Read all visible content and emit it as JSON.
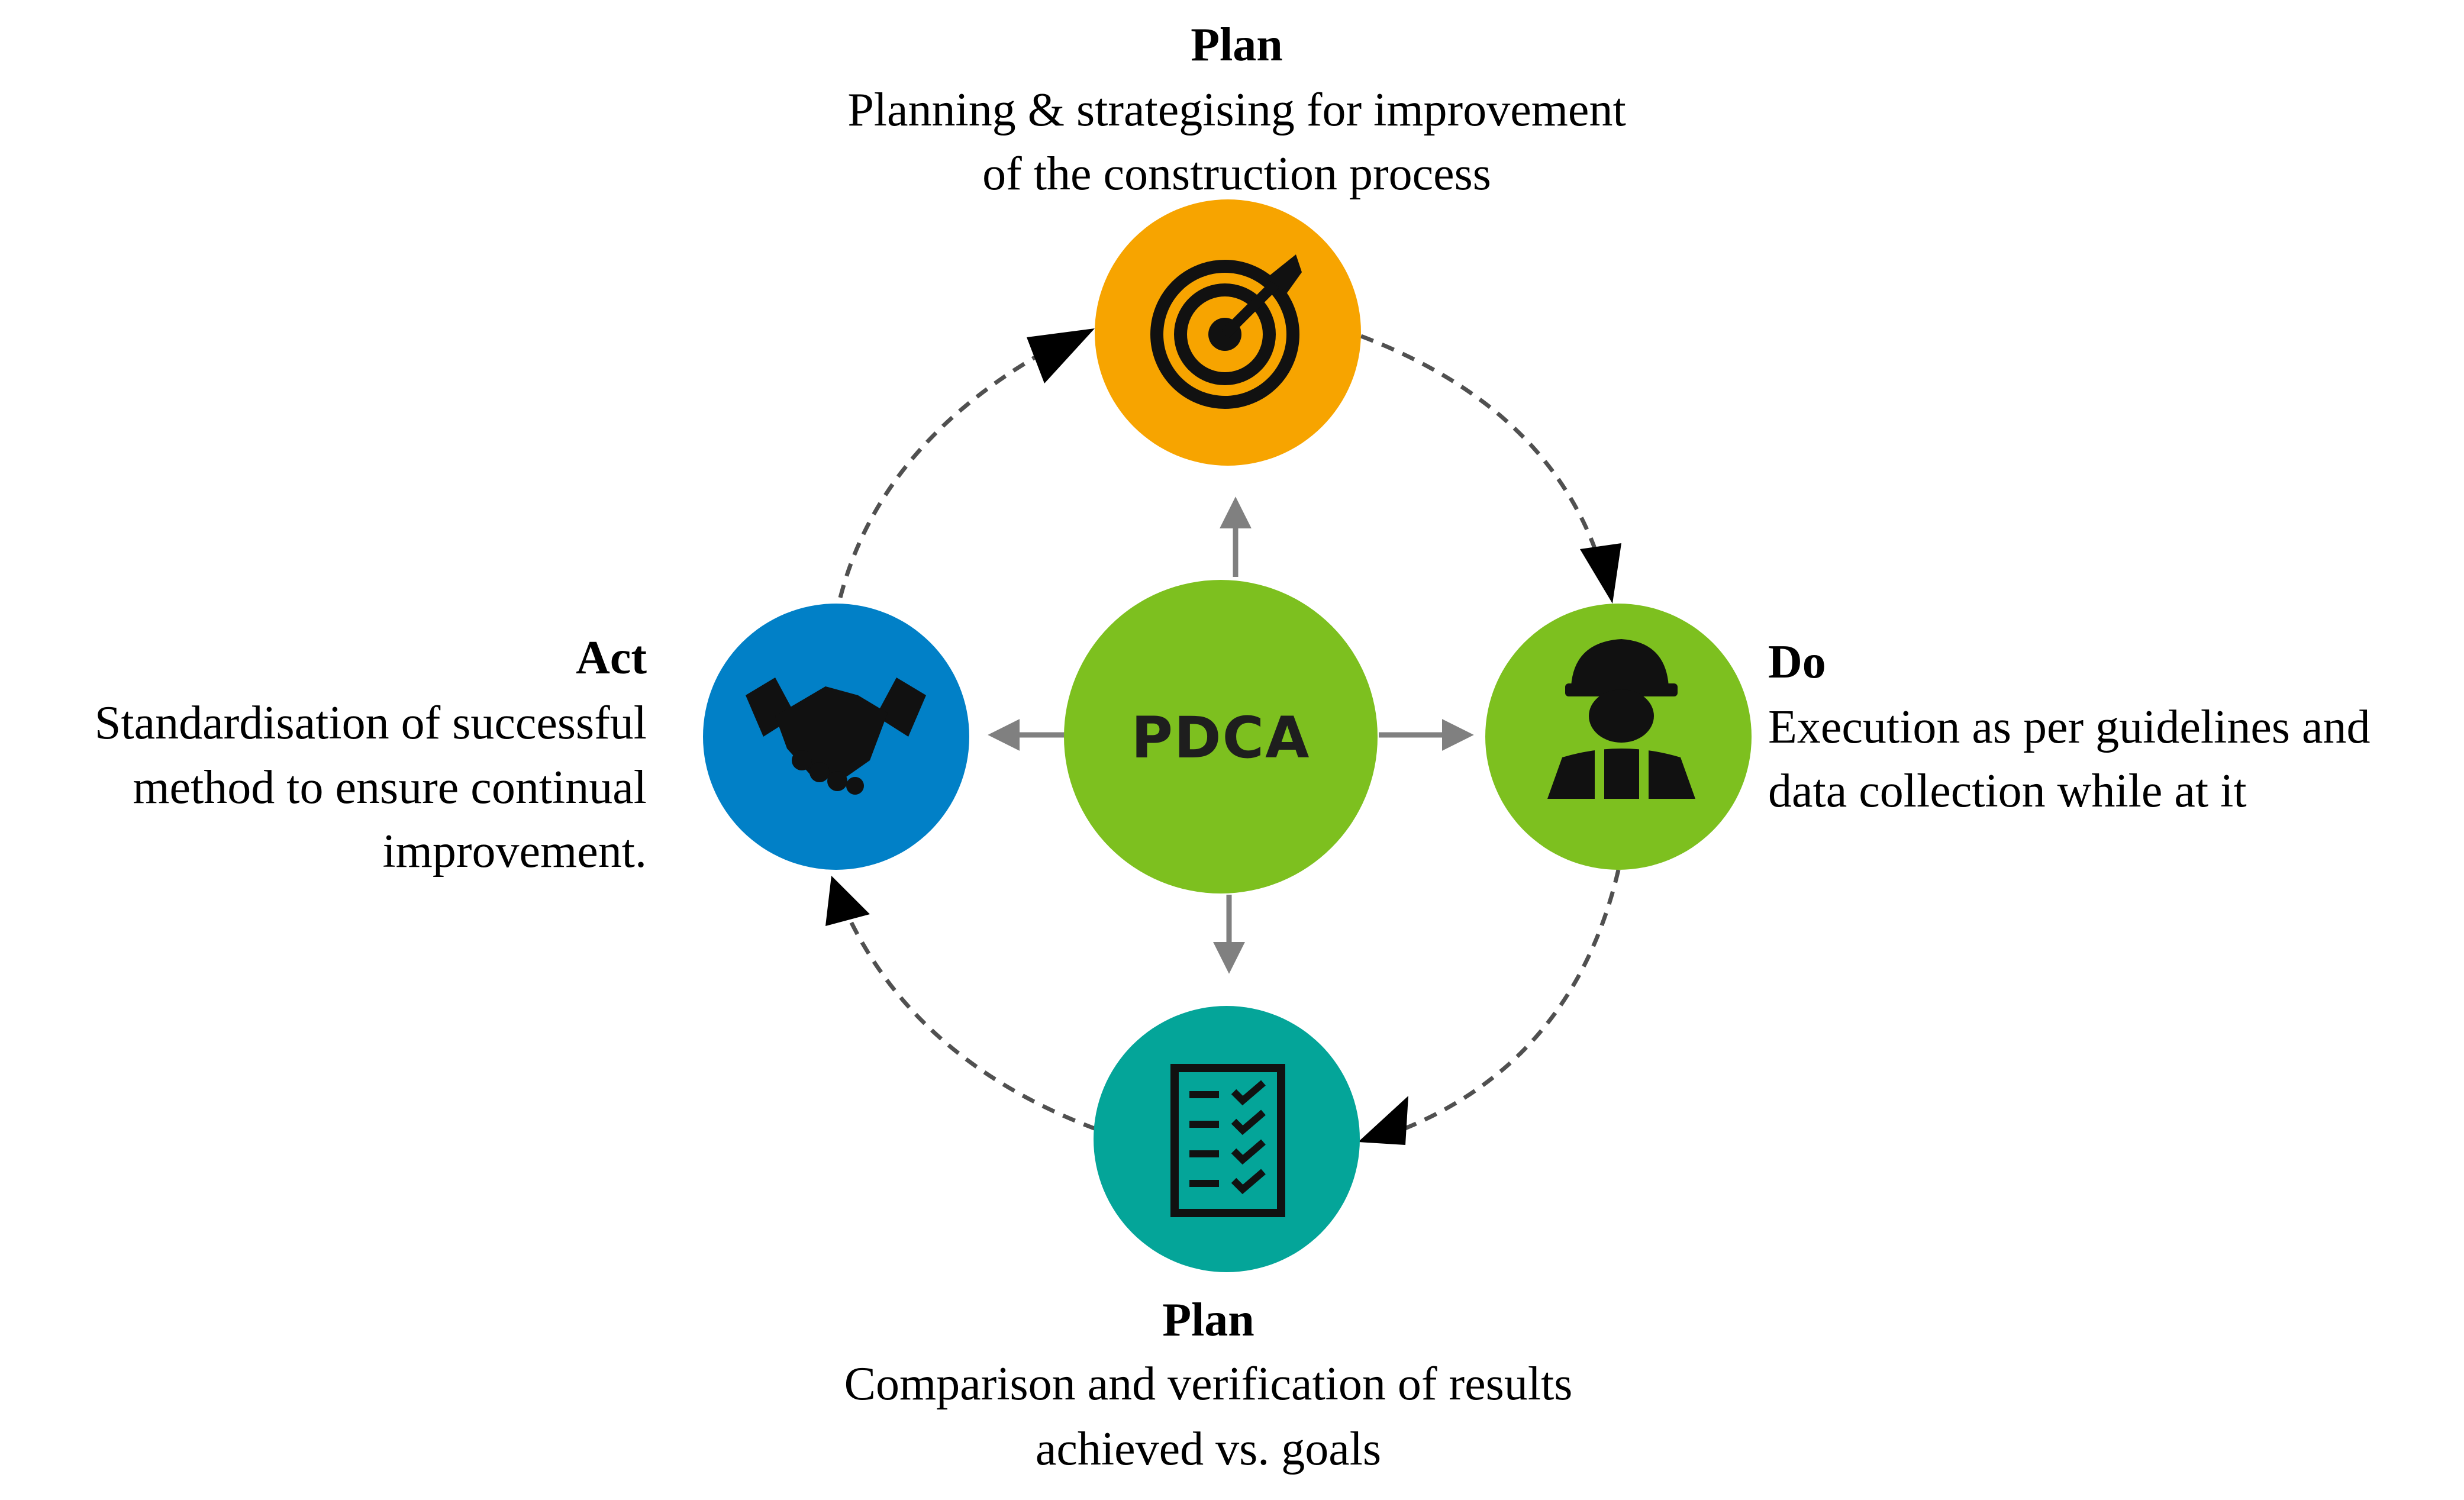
{
  "center": {
    "label": "PDCA",
    "color": "#7dc01f"
  },
  "stages": {
    "plan": {
      "title": "Plan",
      "lines": [
        "Planning & strategising for improvement",
        "of the construction process"
      ],
      "color": "#f7a400",
      "icon": "target-icon"
    },
    "do": {
      "title": "Do",
      "lines": [
        "Execution as per guidelines and",
        "data collection while at it"
      ],
      "color": "#7dc01f",
      "icon": "construction-worker-icon"
    },
    "check": {
      "title": "Plan",
      "lines": [
        "Comparison and verification of results",
        "achieved vs. goals"
      ],
      "color": "#04a599",
      "icon": "checklist-icon"
    },
    "act": {
      "title": "Act",
      "lines": [
        "Standardisation of successful",
        "method to ensure continual",
        "improvement."
      ],
      "color": "#0180c7",
      "icon": "handshake-icon"
    }
  }
}
